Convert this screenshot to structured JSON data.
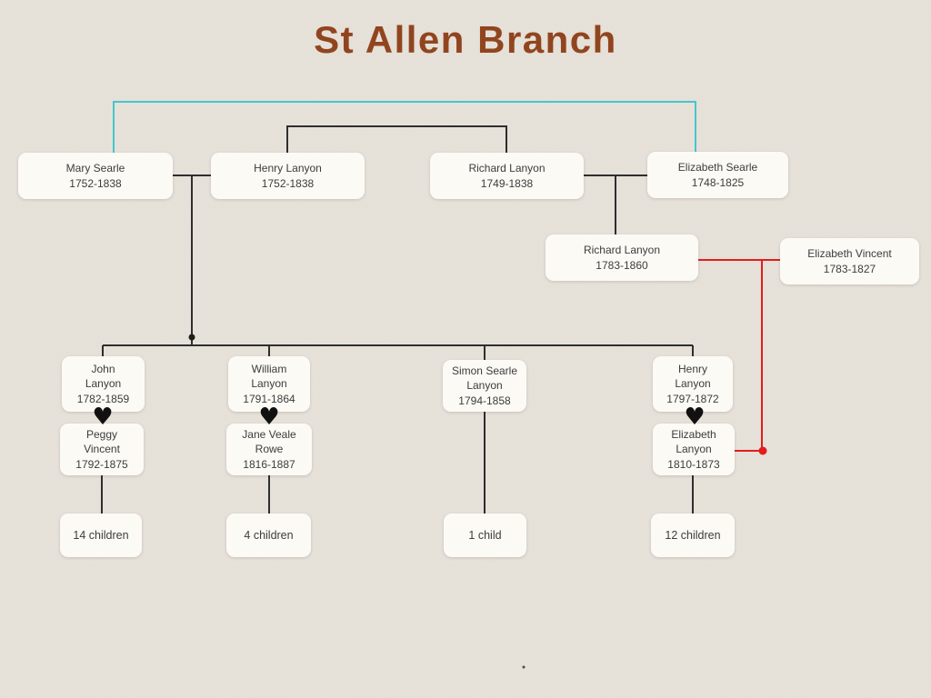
{
  "title": "St Allen Branch",
  "colors": {
    "background": "#e9e4dc",
    "title_text": "#91451f",
    "card_background": "#fcfaf5",
    "card_text": "#3c3c3c",
    "family_line": "#2e2e2e",
    "ancestor_bracket_line": "#45c6cd",
    "second_marriage_line": "#e11d1d",
    "heart": "#111111"
  },
  "icons": {
    "heart": "♥"
  },
  "people": {
    "mary_searle": {
      "lines": [
        "Mary Searle",
        "1752-1838"
      ]
    },
    "henry_lanyon_sr": {
      "lines": [
        "Henry Lanyon",
        "1752-1838"
      ]
    },
    "richard_lanyon_sr": {
      "lines": [
        "Richard Lanyon",
        "1749-1838"
      ]
    },
    "elizabeth_searle": {
      "lines": [
        "Elizabeth Searle",
        "1748-1825"
      ]
    },
    "richard_lanyon_jr": {
      "lines": [
        "Richard Lanyon",
        "1783-1860"
      ]
    },
    "elizabeth_vincent": {
      "lines": [
        "Elizabeth Vincent",
        "1783-1827"
      ]
    },
    "john_lanyon": {
      "lines": [
        "John",
        "Lanyon",
        "1782-1859"
      ]
    },
    "william_lanyon": {
      "lines": [
        "William",
        "Lanyon",
        "1791-1864"
      ]
    },
    "simon_searle_lanyon": {
      "lines": [
        "Simon Searle",
        "Lanyon",
        "1794-1858"
      ]
    },
    "henry_lanyon_jr": {
      "lines": [
        "Henry",
        "Lanyon",
        "1797-1872"
      ]
    },
    "peggy_vincent": {
      "lines": [
        "Peggy",
        "Vincent",
        "1792-1875"
      ]
    },
    "jane_veale_rowe": {
      "lines": [
        "Jane Veale",
        "Rowe",
        "1816-1887"
      ]
    },
    "elizabeth_lanyon": {
      "lines": [
        "Elizabeth",
        "Lanyon",
        "1810-1873"
      ]
    }
  },
  "descendants": {
    "john": "14 children",
    "william": "4 children",
    "simon": "1 child",
    "henry": "12 children"
  }
}
